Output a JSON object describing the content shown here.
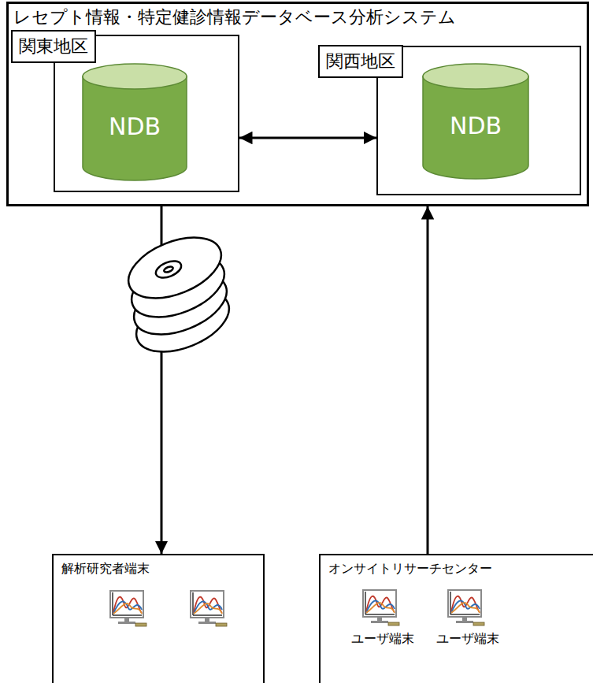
{
  "diagram": {
    "nodes": [
      {
        "text": [
          "レセプト情報・特定健診情報データベース分析システム"
        ]
      },
      {
        "text": [
          "関東地区"
        ],
        "in": 0
      },
      {
        "text": [
          "NDB"
        ],
        "in": 1
      },
      {
        "text": [
          "関西地区"
        ],
        "in": 0
      },
      {
        "text": [
          "NDB"
        ],
        "in": 3
      },
      {
        "text": [
          "解析研究者端末"
        ]
      },
      {
        "text": [
          "オンサイトリサーチセンター"
        ]
      },
      {
        "text": [
          "ユーザ端末"
        ],
        "in": 6
      },
      {
        "text": [
          "ユーザ端末"
        ],
        "in": 6
      }
    ],
    "edges": [
      {
        "from": 1,
        "to": 3,
        "arrow": "both"
      },
      {
        "from": 0,
        "to": 5,
        "arrow": "to"
      },
      {
        "from": 6,
        "to": 0,
        "arrow": "to"
      }
    ]
  }
}
